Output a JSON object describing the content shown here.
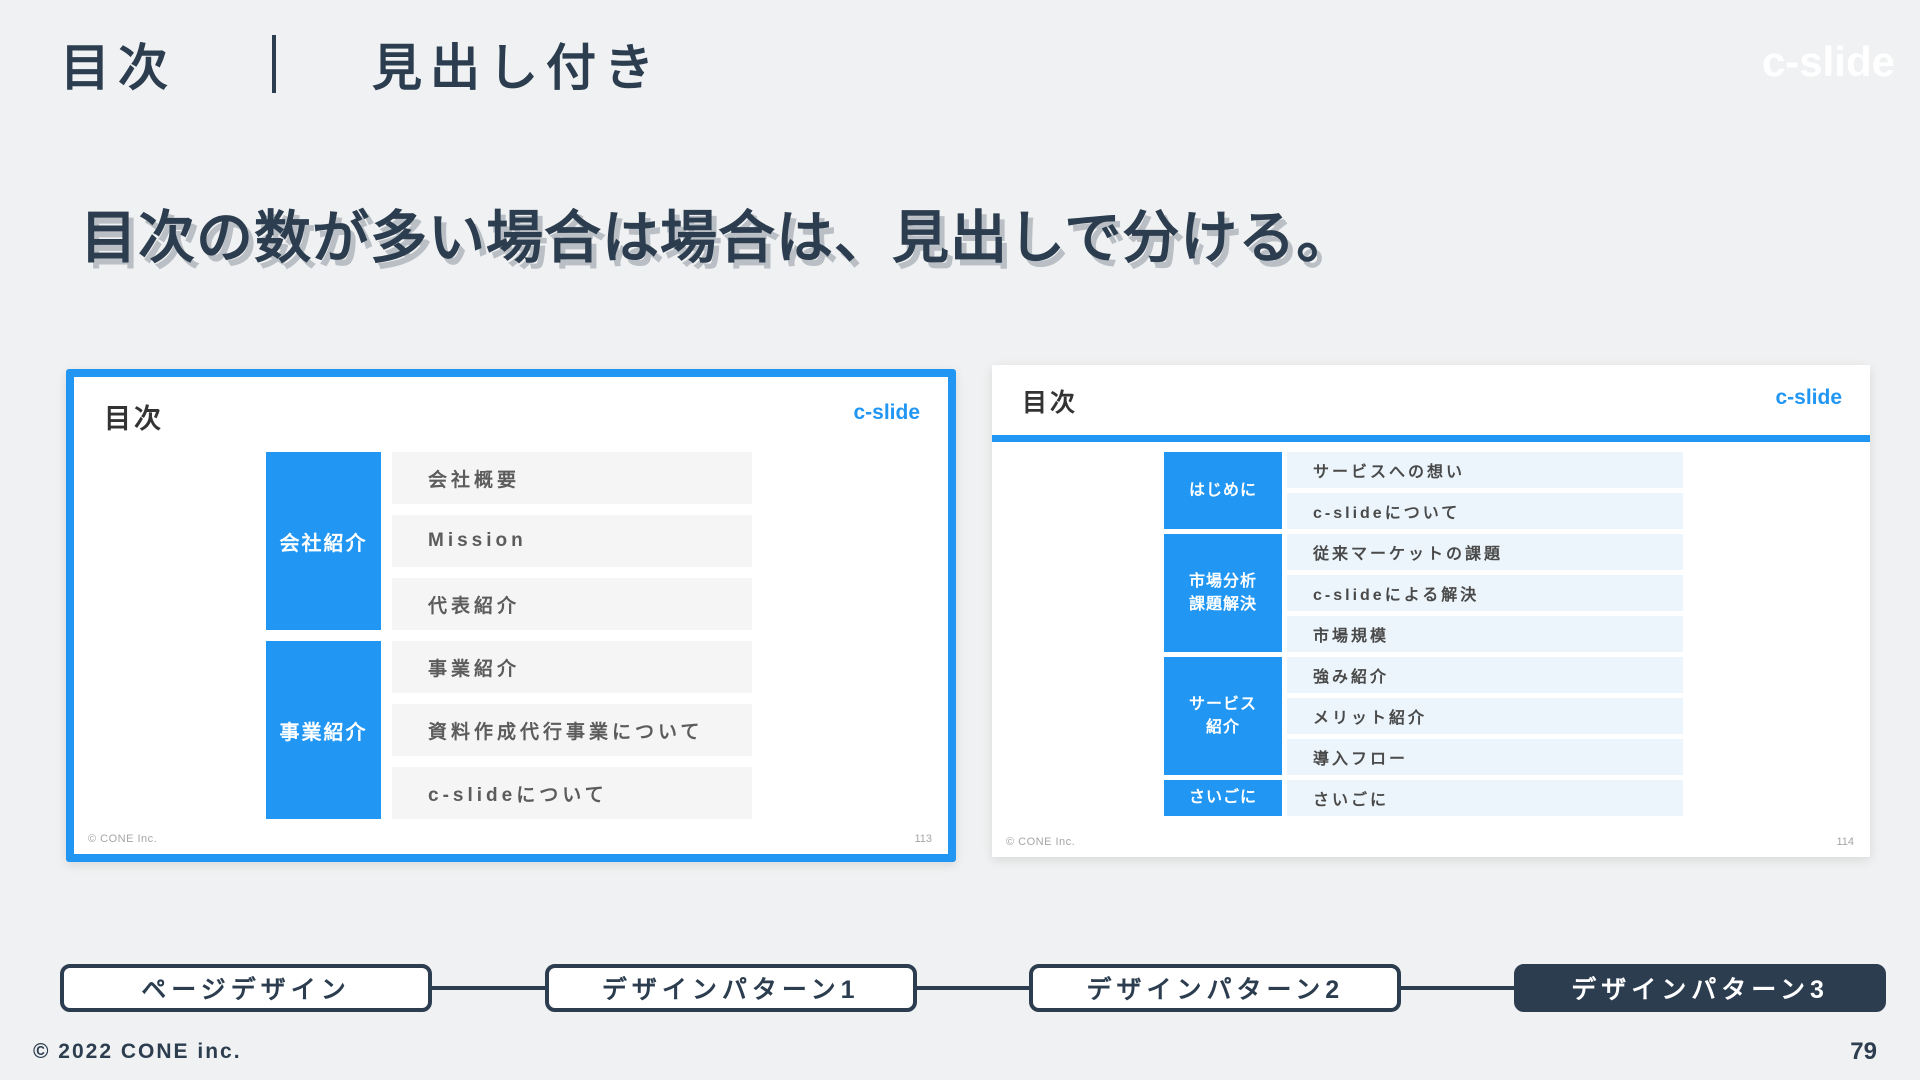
{
  "page": {
    "title_left": "目次",
    "title_right": "見出し付き",
    "brand_logo": "c-slide",
    "lead_heading": "目次の数が多い場合は場合は、見出しで分ける。",
    "copyright": "© 2022 CONE inc.",
    "page_number": "79"
  },
  "slide_left": {
    "title": "目次",
    "logo": "c-slide",
    "copyright": "© CONE Inc.",
    "page_number": "113",
    "groups": [
      {
        "label_lines": [
          "会社紹介"
        ],
        "items": [
          "会社概要",
          "Mission",
          "代表紹介"
        ]
      },
      {
        "label_lines": [
          "事業紹介"
        ],
        "items": [
          "事業紹介",
          "資料作成代行事業について",
          "c-slideについて"
        ]
      }
    ]
  },
  "slide_right": {
    "title": "目次",
    "logo": "c-slide",
    "copyright": "© CONE Inc.",
    "page_number": "114",
    "groups": [
      {
        "label_lines": [
          "はじめに"
        ],
        "items": [
          "サービスへの想い",
          "c-slideについて"
        ]
      },
      {
        "label_lines": [
          "市場分析",
          "課題解決"
        ],
        "items": [
          "従来マーケットの課題",
          "c-slideによる解決",
          "市場規模"
        ]
      },
      {
        "label_lines": [
          "サービス",
          "紹介"
        ],
        "items": [
          "強み紹介",
          "メリット紹介",
          "導入フロー"
        ]
      },
      {
        "label_lines": [
          "さいごに"
        ],
        "items": [
          "さいごに"
        ]
      }
    ]
  },
  "nav": {
    "steps": [
      {
        "label": "ページデザイン",
        "active": false
      },
      {
        "label": "デザインパターン1",
        "active": false
      },
      {
        "label": "デザインパターン2",
        "active": false
      },
      {
        "label": "デザインパターン3",
        "active": true
      }
    ]
  },
  "colors": {
    "accent_blue": "#2196f3",
    "navy": "#2c3d4f",
    "page_background": "#f0f1f2",
    "item_row_gray": "#f5f5f6",
    "item_row_light_blue": "#ecf5fb"
  }
}
